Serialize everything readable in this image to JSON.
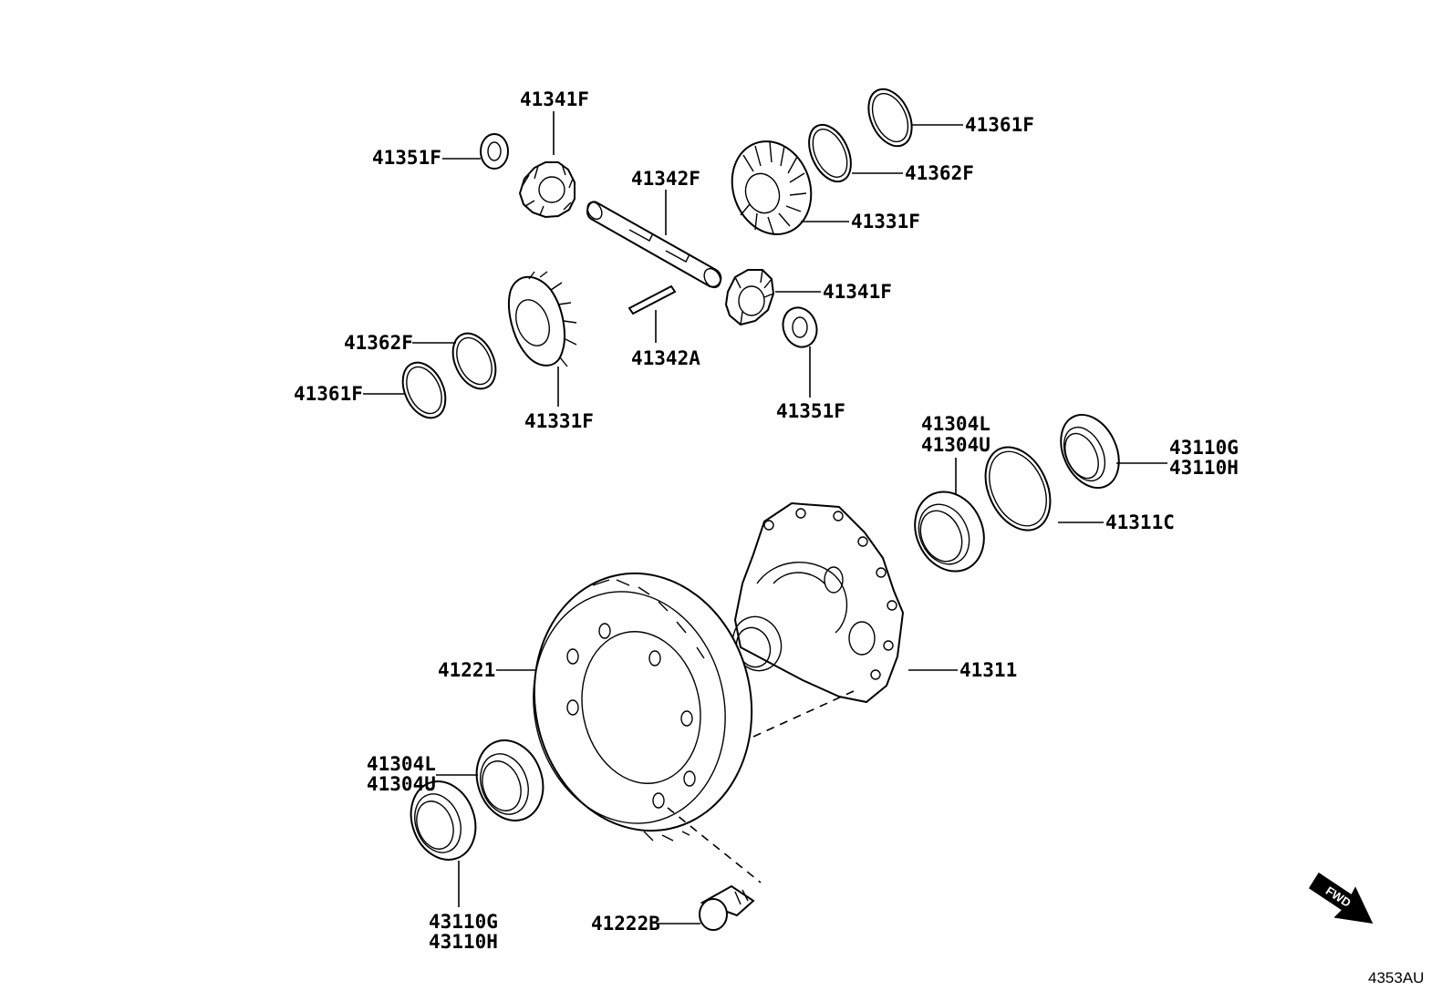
{
  "diagram": {
    "callouts": [
      {
        "id": "c1",
        "text": "41341F"
      },
      {
        "id": "c2",
        "text": "41351F"
      },
      {
        "id": "c3",
        "text": "41342F"
      },
      {
        "id": "c4",
        "text": "41361F"
      },
      {
        "id": "c5",
        "text": "41362F"
      },
      {
        "id": "c6",
        "text": "41331F"
      },
      {
        "id": "c7",
        "text": "41341F"
      },
      {
        "id": "c8",
        "text": "41362F"
      },
      {
        "id": "c9",
        "text": "41342A"
      },
      {
        "id": "c10",
        "text": "41361F"
      },
      {
        "id": "c11",
        "text": "41331F"
      },
      {
        "id": "c12",
        "text": "41351F"
      },
      {
        "id": "c13a",
        "text": "41304L"
      },
      {
        "id": "c13b",
        "text": "41304U"
      },
      {
        "id": "c14a",
        "text": "43110G"
      },
      {
        "id": "c14b",
        "text": "43110H"
      },
      {
        "id": "c15",
        "text": "41311C"
      },
      {
        "id": "c16",
        "text": "41221"
      },
      {
        "id": "c17",
        "text": "41311"
      },
      {
        "id": "c18a",
        "text": "41304L"
      },
      {
        "id": "c18b",
        "text": "41304U"
      },
      {
        "id": "c19a",
        "text": "43110G"
      },
      {
        "id": "c19b",
        "text": "43110H"
      },
      {
        "id": "c20",
        "text": "41222B"
      }
    ],
    "fwd_label": "FWD",
    "drawing_code": "4353AU"
  }
}
